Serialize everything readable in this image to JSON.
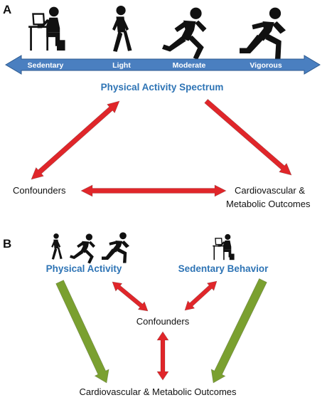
{
  "colors": {
    "bar_fill": "#4a7fc0",
    "bar_stroke": "#2d5a8f",
    "red_arrow": "#e0262a",
    "green_arrow": "#7aa030",
    "title_blue": "#2e74b5",
    "figure_black": "#111111"
  },
  "panel_a": {
    "letter": "A",
    "spectrum_labels": [
      "Sedentary",
      "Light",
      "Moderate",
      "Vigorous"
    ],
    "icons": [
      "desk-sitting-person-icon",
      "walking-person-icon",
      "running-person-icon",
      "sprinting-person-icon"
    ],
    "title": "Physical Activity Spectrum",
    "confounders": "Confounders",
    "outcomes_line1": "Cardiovascular &",
    "outcomes_line2": "Metabolic Outcomes"
  },
  "panel_b": {
    "letter": "B",
    "physical_activity": "Physical Activity",
    "sedentary_behavior": "Sedentary Behavior",
    "confounders": "Confounders",
    "outcomes": "Cardiovascular & Metabolic Outcomes",
    "icons_pa": [
      "walking-person-icon",
      "running-person-icon",
      "sprinting-person-icon"
    ],
    "icons_sb": [
      "desk-sitting-person-icon"
    ]
  }
}
